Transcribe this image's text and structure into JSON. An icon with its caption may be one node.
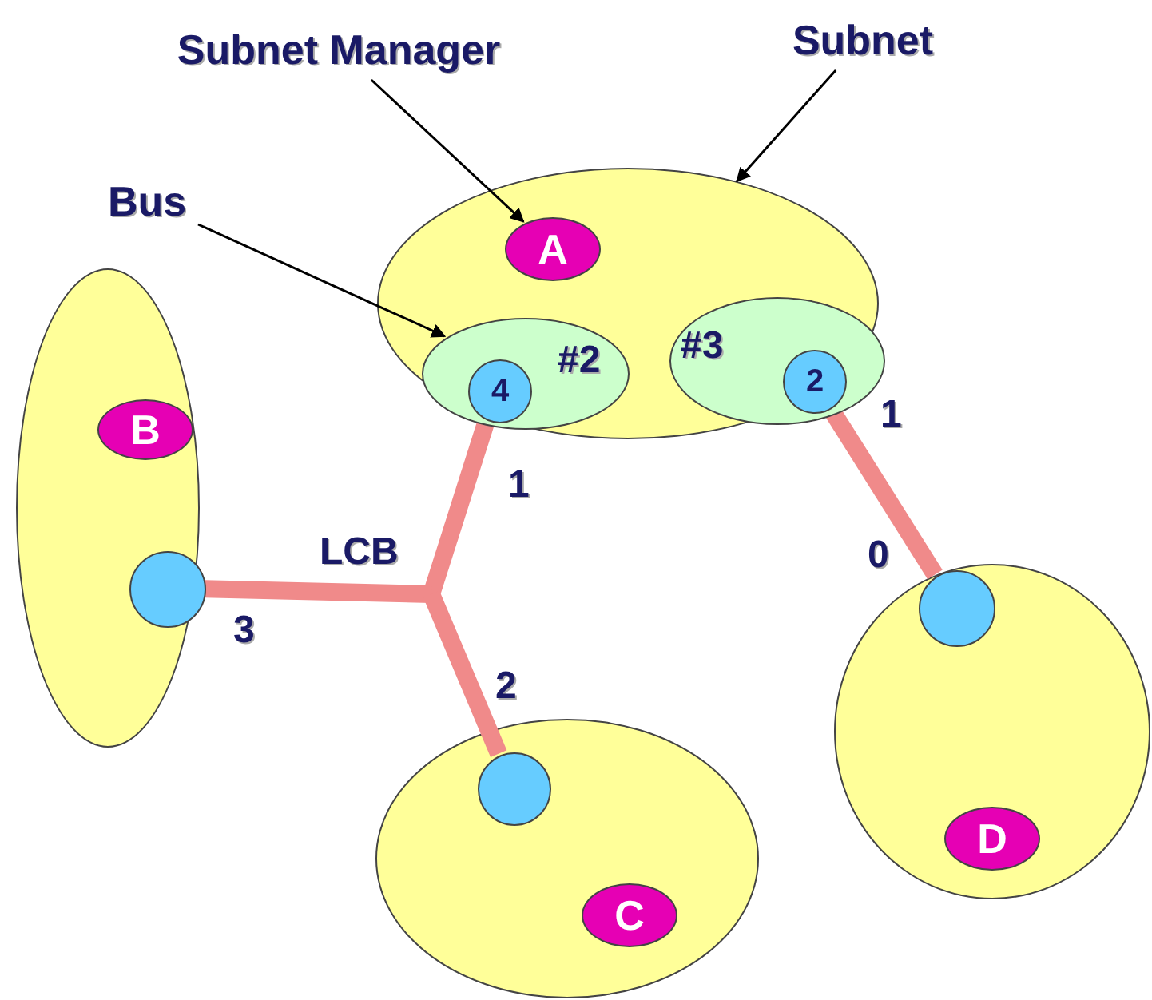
{
  "diagram": {
    "nodes": [
      {
        "text": [
          "Subnet Manager"
        ]
      },
      {
        "text": [
          "Subnet"
        ]
      },
      {
        "text": [
          "Bus"
        ]
      },
      {
        "text": [],
        "shape": "ellipse"
      },
      {
        "text": [
          "A"
        ],
        "in": 3
      },
      {
        "text": [
          "#2"
        ],
        "in": 3
      },
      {
        "text": [
          "4"
        ],
        "in": 5
      },
      {
        "text": [
          "#3"
        ],
        "in": 3
      },
      {
        "text": [
          "2"
        ],
        "in": 7
      },
      {
        "text": [],
        "shape": "ellipse"
      },
      {
        "text": [
          "B"
        ],
        "in": 9
      },
      {
        "text": [],
        "shape": "circle",
        "in": 9
      },
      {
        "text": [],
        "shape": "ellipse"
      },
      {
        "text": [],
        "shape": "circle",
        "in": 12
      },
      {
        "text": [
          "C"
        ],
        "in": 12
      },
      {
        "text": [],
        "shape": "ellipse"
      },
      {
        "text": [],
        "shape": "circle",
        "in": 15
      },
      {
        "text": [
          "D"
        ],
        "in": 15
      },
      {
        "text": [
          "LCB"
        ]
      }
    ],
    "edges": [
      {
        "from": 0,
        "to": 4,
        "arrow": "to",
        "color": "#000000"
      },
      {
        "from": 1,
        "to": 3,
        "arrow": "to",
        "color": "#000000"
      },
      {
        "from": 2,
        "to": 5,
        "arrow": "to",
        "color": "#000000"
      },
      {
        "from": 6,
        "to": 18,
        "arrow": "none",
        "color": "#f08a8a"
      },
      {
        "from": 11,
        "to": 18,
        "arrow": "none",
        "color": "#f08a8a"
      },
      {
        "from": 13,
        "to": 18,
        "arrow": "none",
        "color": "#f08a8a"
      },
      {
        "from": 8,
        "to": 16,
        "arrow": "none",
        "color": "#f08a8a"
      }
    ],
    "labels": [
      "1",
      "1",
      "0",
      "3",
      "2"
    ]
  }
}
